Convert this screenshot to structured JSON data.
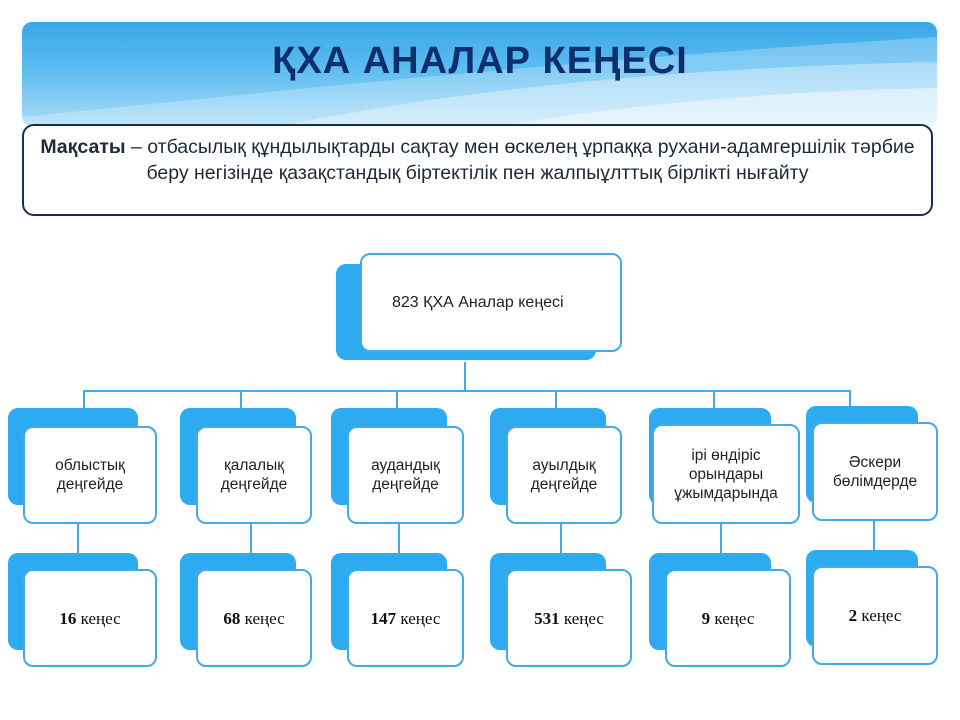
{
  "title": "ҚХА АНАЛАР КЕҢЕСІ",
  "goal": {
    "label": "Мақсаты",
    "text": " – отбасылық құндылықтарды сақтау мен өскелең ұрпаққа рухани-адамгершілік тәрбие беру негізінде қазақстандық біртектілік пен жалпыұлттық бірлікті нығайту"
  },
  "root": {
    "label": "823 ҚХА Аналар кеңесі"
  },
  "levels": [
    {
      "label": "облыстық деңгейде",
      "count": "16",
      "unit": " кеңес"
    },
    {
      "label": "қалалық деңгейде",
      "count": "68",
      "unit": " кеңес"
    },
    {
      "label": "аудандық деңгейде",
      "count": "147",
      "unit": " кеңес"
    },
    {
      "label": "ауылдық деңгейде",
      "count": "531",
      "unit": " кеңес"
    },
    {
      "label": "ірі өндіріс орындары ұжымдарында",
      "count": "9",
      "unit": " кеңес"
    },
    {
      "label": "Әскери бөлімдерде",
      "count": "2",
      "unit": " кеңес"
    }
  ],
  "colors": {
    "accent": "#2eaaf0",
    "border": "#45a9e6",
    "title": "#0d2f6e"
  }
}
